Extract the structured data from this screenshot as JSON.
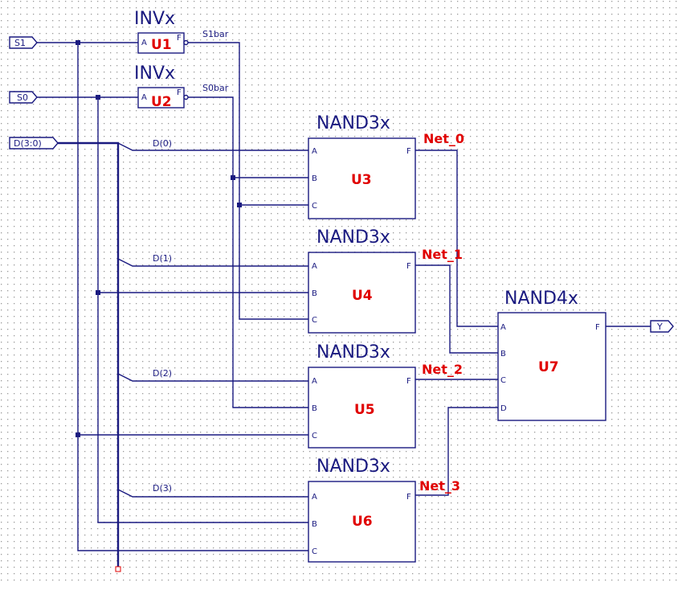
{
  "ports": {
    "s1": "S1",
    "s0": "S0",
    "d": "D(3:0)",
    "y": "Y"
  },
  "inverters": [
    {
      "type": "INVx",
      "ref": "U1",
      "pin_in": "A",
      "pin_out": "F",
      "net_out": "S1bar"
    },
    {
      "type": "INVx",
      "ref": "U2",
      "pin_in": "A",
      "pin_out": "F",
      "net_out": "S0bar"
    }
  ],
  "nand3": [
    {
      "type": "NAND3x",
      "ref": "U3",
      "pins": [
        "A",
        "B",
        "C"
      ],
      "pin_out": "F",
      "net_out": "Net_0",
      "bus_tap": "D(0)"
    },
    {
      "type": "NAND3x",
      "ref": "U4",
      "pins": [
        "A",
        "B",
        "C"
      ],
      "pin_out": "F",
      "net_out": "Net_1",
      "bus_tap": "D(1)"
    },
    {
      "type": "NAND3x",
      "ref": "U5",
      "pins": [
        "A",
        "B",
        "C"
      ],
      "pin_out": "F",
      "net_out": "Net_2",
      "bus_tap": "D(2)"
    },
    {
      "type": "NAND3x",
      "ref": "U6",
      "pins": [
        "A",
        "B",
        "C"
      ],
      "pin_out": "F",
      "net_out": "Net_3",
      "bus_tap": "D(3)"
    }
  ],
  "nand4": {
    "type": "NAND4x",
    "ref": "U7",
    "pins": [
      "A",
      "B",
      "C",
      "D"
    ],
    "pin_out": "F"
  },
  "colors": {
    "wire": "#1a1a80",
    "label_red": "#e00000",
    "grid_dot": "#9a9a9a",
    "background": "#ffffff"
  }
}
